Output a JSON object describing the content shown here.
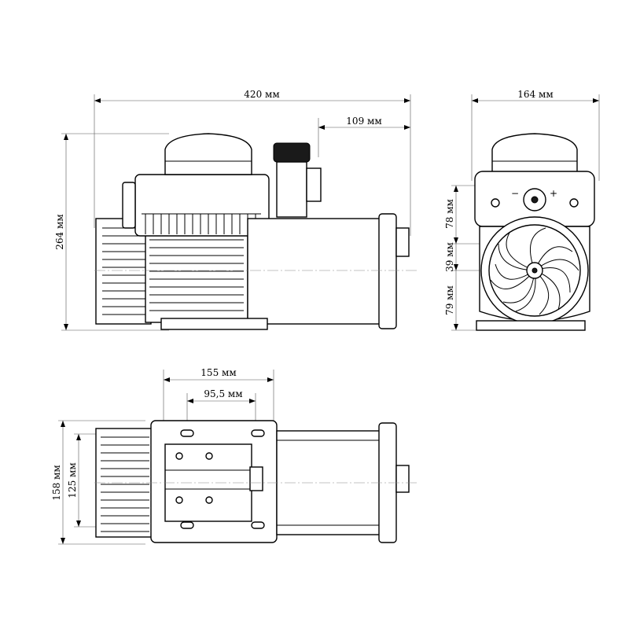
{
  "dimensions": {
    "overall_length": "420 мм",
    "outlet_offset": "109 мм",
    "overall_height": "264 мм",
    "width_front": "164 мм",
    "front_upper": "78 мм",
    "front_middle": "39 мм",
    "front_lower": "79 мм",
    "base_length": "155 мм",
    "base_hole_spacing": "95,5 мм",
    "base_width": "158 мм",
    "base_hole_width": "125 мм"
  },
  "controls": {
    "minus_symbol": "−",
    "plus_symbol": "+"
  },
  "colors": {
    "line": "#000000",
    "background": "#ffffff"
  }
}
